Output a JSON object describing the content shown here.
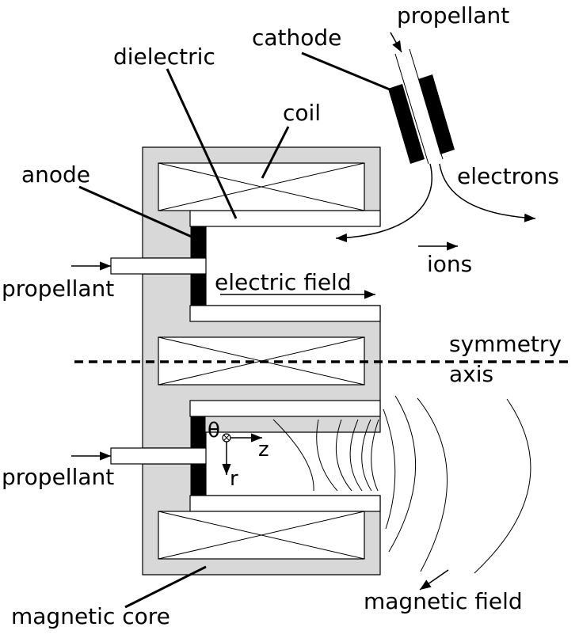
{
  "labels": {
    "propellant_top": "propellant",
    "cathode": "cathode",
    "dielectric": "dielectric",
    "coil": "coil",
    "anode": "anode",
    "electrons": "electrons",
    "ions": "ions",
    "propellant_upper": "propellant",
    "electric_field": "electric field",
    "symmetry_axis_line1": "symmetry",
    "symmetry_axis_line2": "axis",
    "theta": "θ",
    "z_axis": "z",
    "r_axis": "r",
    "propellant_lower": "propellant",
    "magnetic_field": "magnetic field",
    "magnetic_core": "magnetic core"
  },
  "colors": {
    "core_fill": "#d8d8d8",
    "electrode_fill": "#000000",
    "background": "#ffffff"
  }
}
